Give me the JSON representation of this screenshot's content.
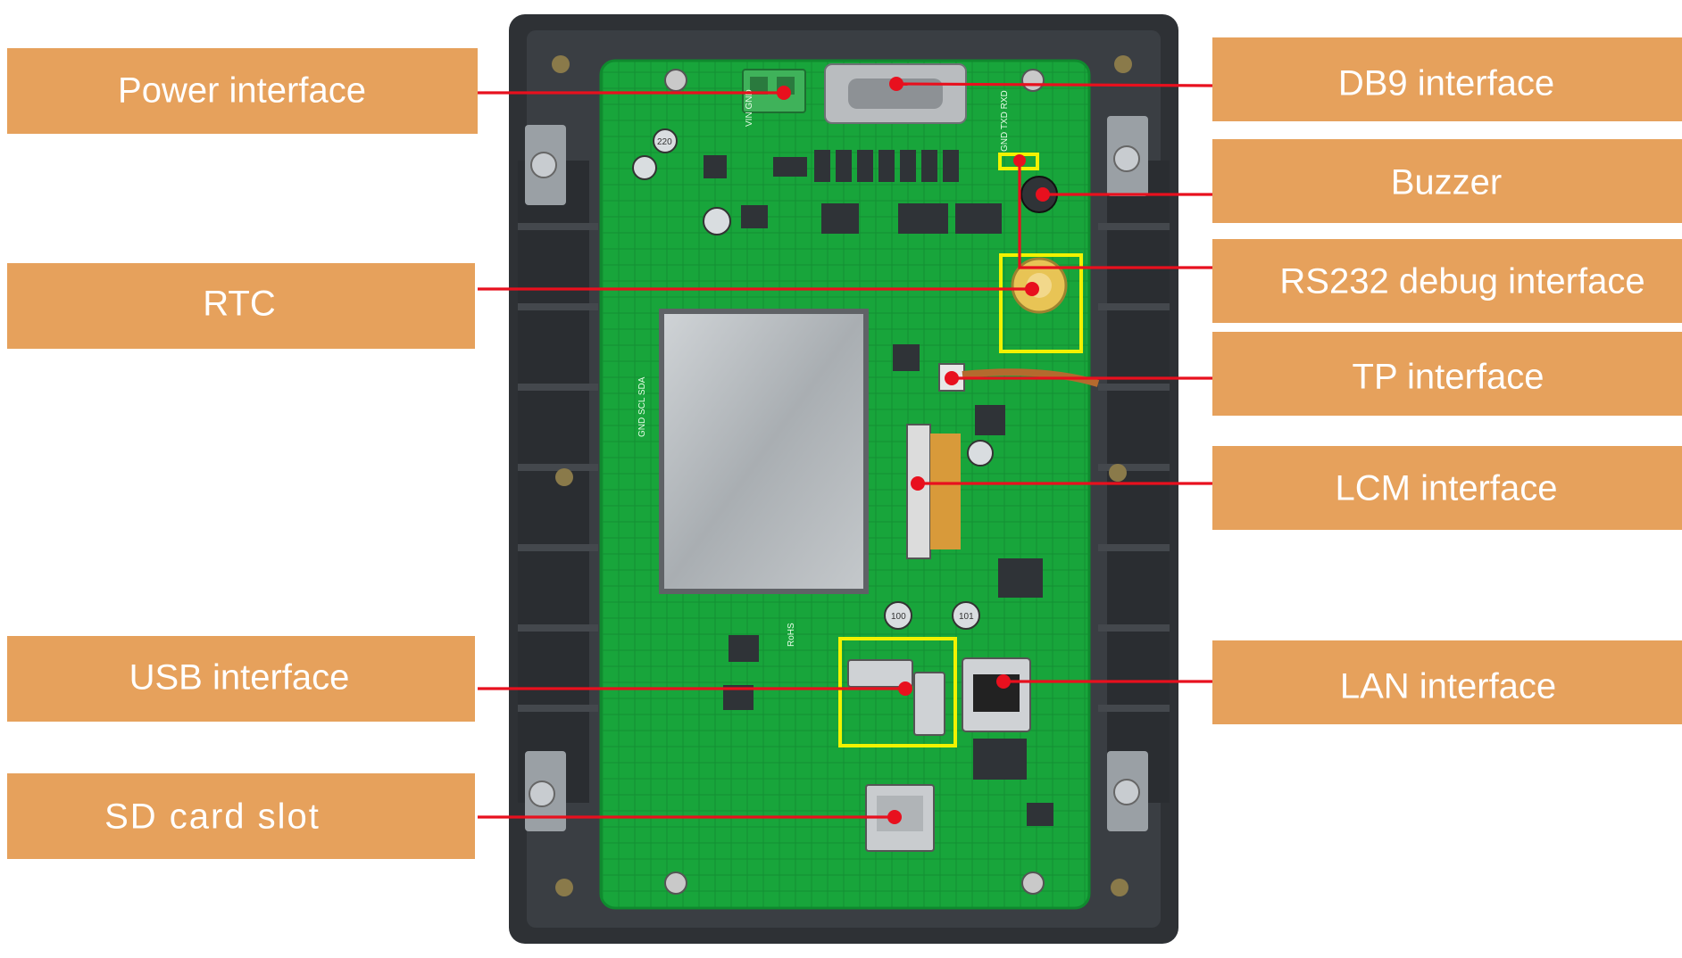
{
  "labels": {
    "power": "Power interface",
    "rtc": "RTC",
    "usb": "USB interface",
    "sd": "SD card slot",
    "db9": "DB9 interface",
    "buzzer": "Buzzer",
    "rs232": "RS232 debug interface",
    "tp": "TP interface",
    "lcm": "LCM interface",
    "lan": "LAN interface"
  },
  "silkscreen": {
    "rohs": "RoHS",
    "vin": "VIN GND",
    "txd": "GND TXD RXD",
    "gnd_scl": "GND SCL SDA",
    "cap1": "220",
    "cap2": "100",
    "cap3": "101"
  },
  "colors": {
    "label_fill": "#E6A15C",
    "leader": "#E8101E",
    "highlight": "#F2F200",
    "pcb": "#17A63A",
    "enclosure": "#2E3135"
  }
}
